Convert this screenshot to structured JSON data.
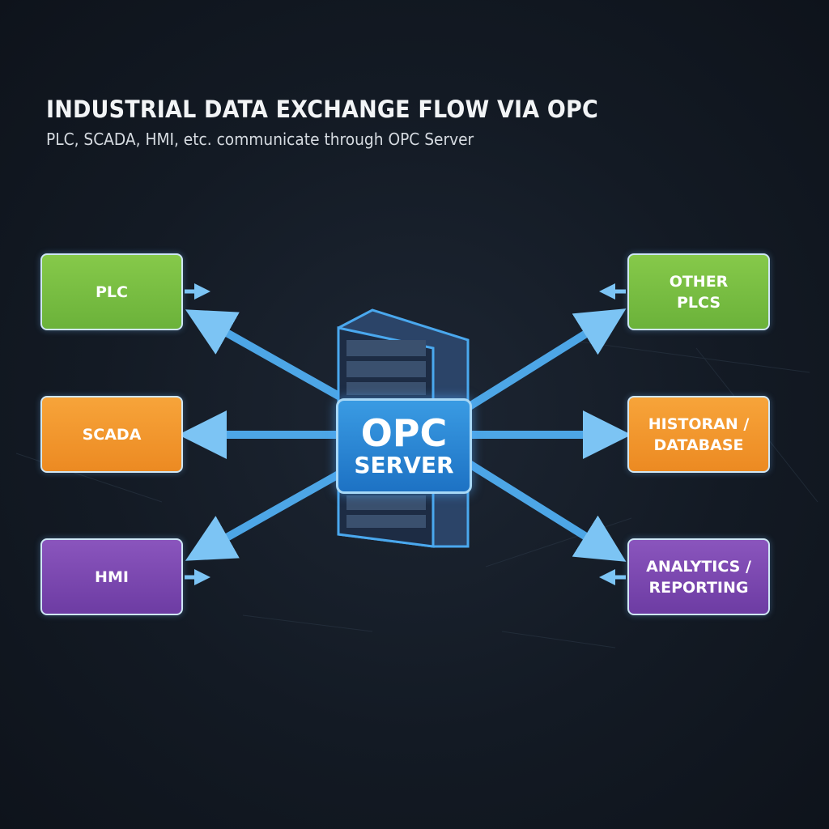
{
  "header": {
    "title": "INDUSTRIAL DATA EXCHANGE FLOW VIA OPC",
    "subtitle": "PLC, SCADA, HMI, etc. communicate through OPC Server"
  },
  "server": {
    "line1": "OPC",
    "line2": "SERVER"
  },
  "left_nodes": [
    {
      "label": "PLC"
    },
    {
      "label": "SCADA"
    },
    {
      "label": "HMI"
    }
  ],
  "right_nodes": [
    {
      "label": "OTHER\nPLCS"
    },
    {
      "label": "HISTORAN /\nDATABASE"
    },
    {
      "label": "ANALYTICS /\nREPORTING"
    }
  ],
  "colors": {
    "green": "#7cc243",
    "orange": "#f39a2f",
    "purple": "#7d4ab0",
    "arrow": "#5fb3ee"
  }
}
